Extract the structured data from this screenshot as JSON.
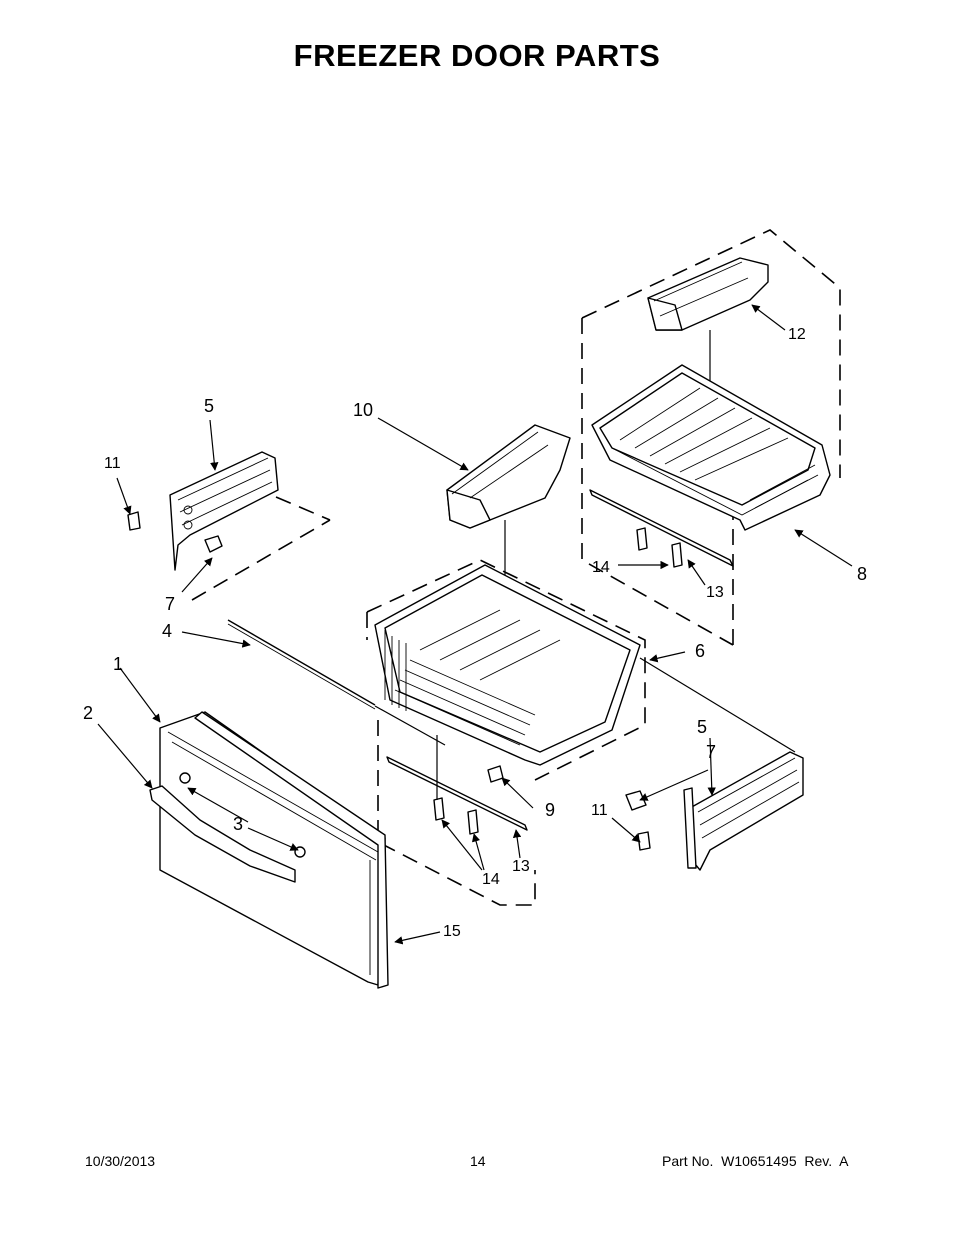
{
  "title": "FREEZER DOOR PARTS",
  "callouts": {
    "c1": "1",
    "c2": "2",
    "c3": "3",
    "c4": "4",
    "c5a": "5",
    "c5b": "5",
    "c6": "6",
    "c7a": "7",
    "c7b": "7",
    "c8": "8",
    "c9": "9",
    "c10": "10",
    "c11a": "11",
    "c11b": "11",
    "c12": "12",
    "c13a": "13",
    "c13b": "13",
    "c14a": "14",
    "c14b": "14",
    "c15": "15"
  },
  "footer": {
    "date": "10/30/2013",
    "page": "14",
    "part": "Part No.  W10651495  Rev.  A"
  }
}
